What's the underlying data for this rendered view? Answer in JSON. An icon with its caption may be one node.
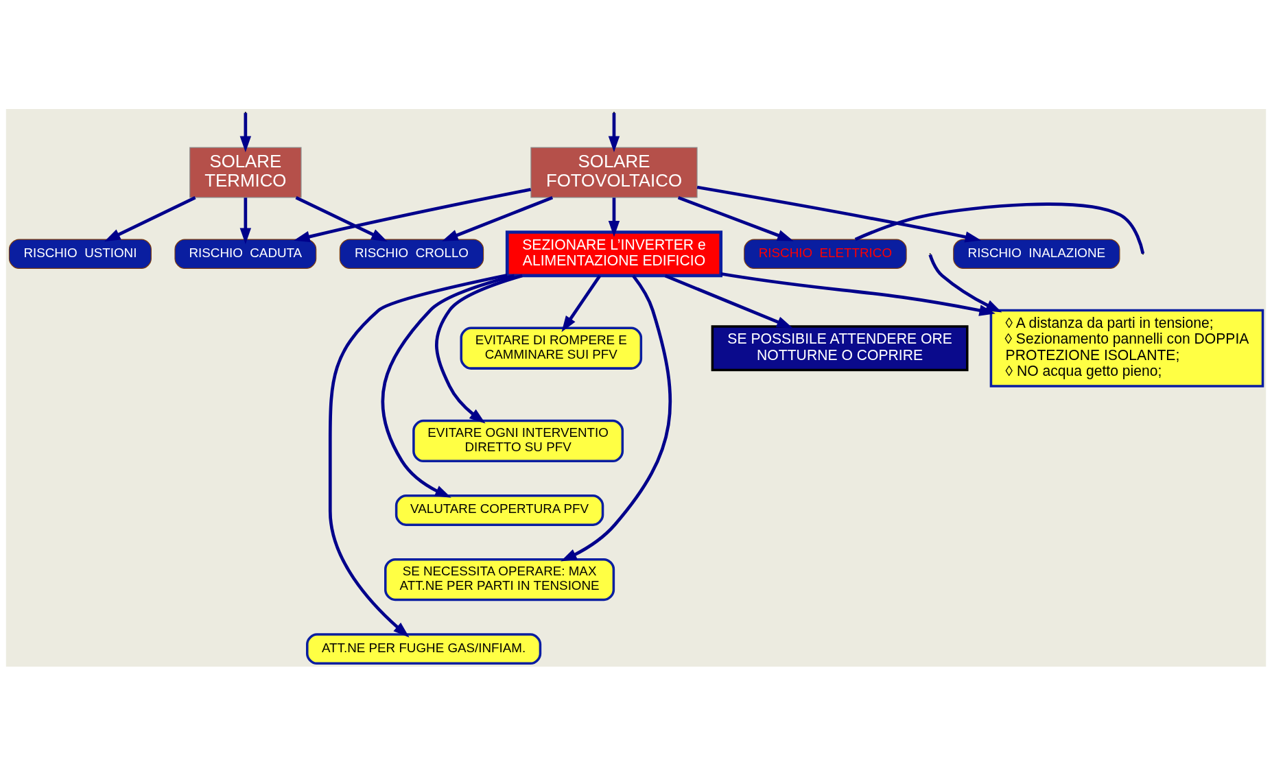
{
  "diagram": {
    "nodes": [
      {
        "text": [
          "SOLARE TERMICO"
        ]
      },
      {
        "text": [
          "SOLARE FOTOVOLTAICO"
        ]
      },
      {
        "text": [
          "RISCHIO  CADUTA"
        ]
      },
      {
        "text": [
          "RISCHIO  CROLLO"
        ]
      },
      {
        "text": [
          "RISCHIO  USTIONI"
        ]
      },
      {
        "text": [
          "RISCHIO  INALAZIONE"
        ]
      },
      {
        "text": [
          "RISCHIO  ELETTRICO"
        ]
      },
      {
        "text": [
          "SEZIONARE L’INVERTER e ALIMENTAZIONE EDIFICIO"
        ]
      },
      {
        "text": [
          "SE POSSIBILE ATTENDERE ORE NOTTURNE O COPRIRE"
        ]
      },
      {
        "text": [
          "◊ A distanza da parti in tensione;",
          "◊ Sezionamento pannelli con DOPPIA PROTEZIONE ISOLANTE;",
          "◊ NO acqua getto pieno;"
        ]
      },
      {
        "text": [
          "EVITARE DI ROMPERE E CAMMINARE SUI PFV"
        ]
      },
      {
        "text": [
          "EVITARE OGNI INTERVENTIO DIRETTO SU PFV"
        ]
      },
      {
        "text": [
          "VALUTARE COPERTURA PFV"
        ]
      },
      {
        "text": [
          "SE NECESSITA OPERARE: MAX ATT.NE PER PARTI IN TENSIONE"
        ]
      },
      {
        "text": [
          "ATT.NE PER FUGHE GAS/INFIAM."
        ]
      }
    ],
    "edges": [
      {
        "from": null,
        "to": 0,
        "arrow": "to"
      },
      {
        "from": null,
        "to": 1,
        "arrow": "to"
      },
      {
        "from": 0,
        "to": 2,
        "arrow": "to"
      },
      {
        "from": 0,
        "to": 3,
        "arrow": "to"
      },
      {
        "from": 0,
        "to": 4,
        "arrow": "to"
      },
      {
        "from": 1,
        "to": 2,
        "arrow": "to"
      },
      {
        "from": 1,
        "to": 3,
        "arrow": "to"
      },
      {
        "from": 1,
        "to": 5,
        "arrow": "to"
      },
      {
        "from": 1,
        "to": 6,
        "arrow": "to"
      },
      {
        "from": 1,
        "to": 7,
        "arrow": "to"
      },
      {
        "from": 7,
        "to": 8,
        "arrow": "to"
      },
      {
        "from": 7,
        "to": 10,
        "arrow": "to"
      },
      {
        "from": 7,
        "to": 11,
        "arrow": "to"
      },
      {
        "from": 7,
        "to": 12,
        "arrow": "to"
      },
      {
        "from": 7,
        "to": 13,
        "arrow": "to"
      },
      {
        "from": 7,
        "to": 14,
        "arrow": "to"
      },
      {
        "from": 7,
        "to": 9,
        "arrow": "to"
      },
      {
        "from": 6,
        "to": null,
        "arrow": "none"
      },
      {
        "from": null,
        "to": 9,
        "arrow": "to"
      }
    ]
  }
}
